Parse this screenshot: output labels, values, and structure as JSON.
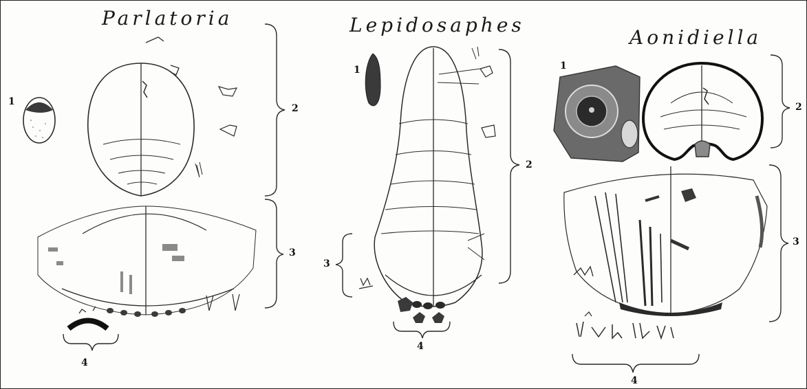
{
  "figure": {
    "panels": [
      {
        "genus": "Parlatoria",
        "markers": [
          "1",
          "2",
          "3",
          "4"
        ]
      },
      {
        "genus": "Lepidosaphes",
        "markers": [
          "1",
          "2",
          "3",
          "4"
        ]
      },
      {
        "genus": "Aonidiella",
        "markers": [
          "1",
          "2",
          "3",
          "4"
        ]
      }
    ]
  },
  "colors": {
    "ink": "#2a2a2a",
    "paper": "#fdfdfb",
    "dark_fill": "#3a3a3a",
    "mid_fill": "#8a8a8a"
  }
}
